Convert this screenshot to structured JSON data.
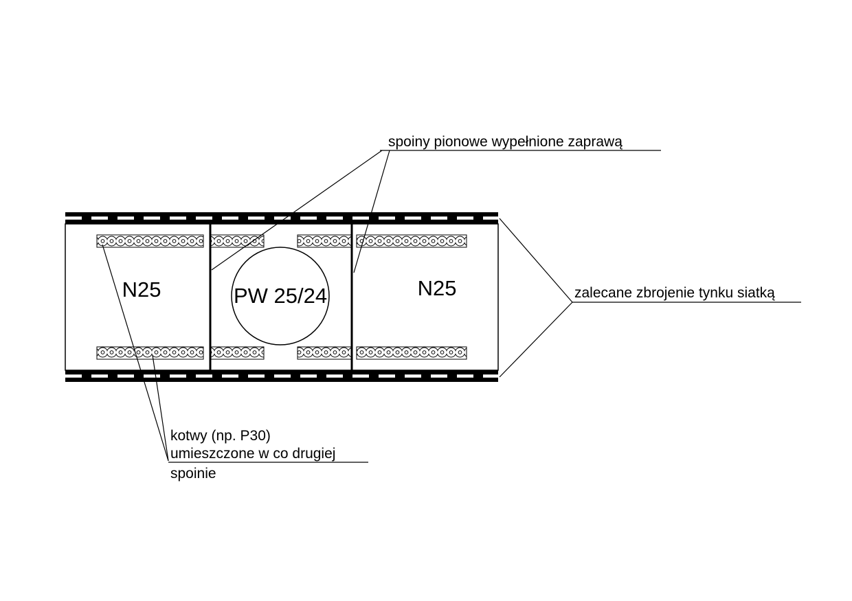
{
  "diagram": {
    "annotations": {
      "vertical_joints": "spoiny pionowe wypełnione zaprawą",
      "mesh_reinforcement": "zalecane zbrojenie tynku siatką",
      "anchors_line1": "kotwy (np. P30)",
      "anchors_line2": "umieszczone w co drugiej",
      "anchors_line3": "spoinie"
    },
    "blocks": {
      "left_block": "N25",
      "center_block": "PW 25/24",
      "right_block": "N25"
    },
    "colors": {
      "line": "#000000",
      "background": "#ffffff"
    }
  }
}
